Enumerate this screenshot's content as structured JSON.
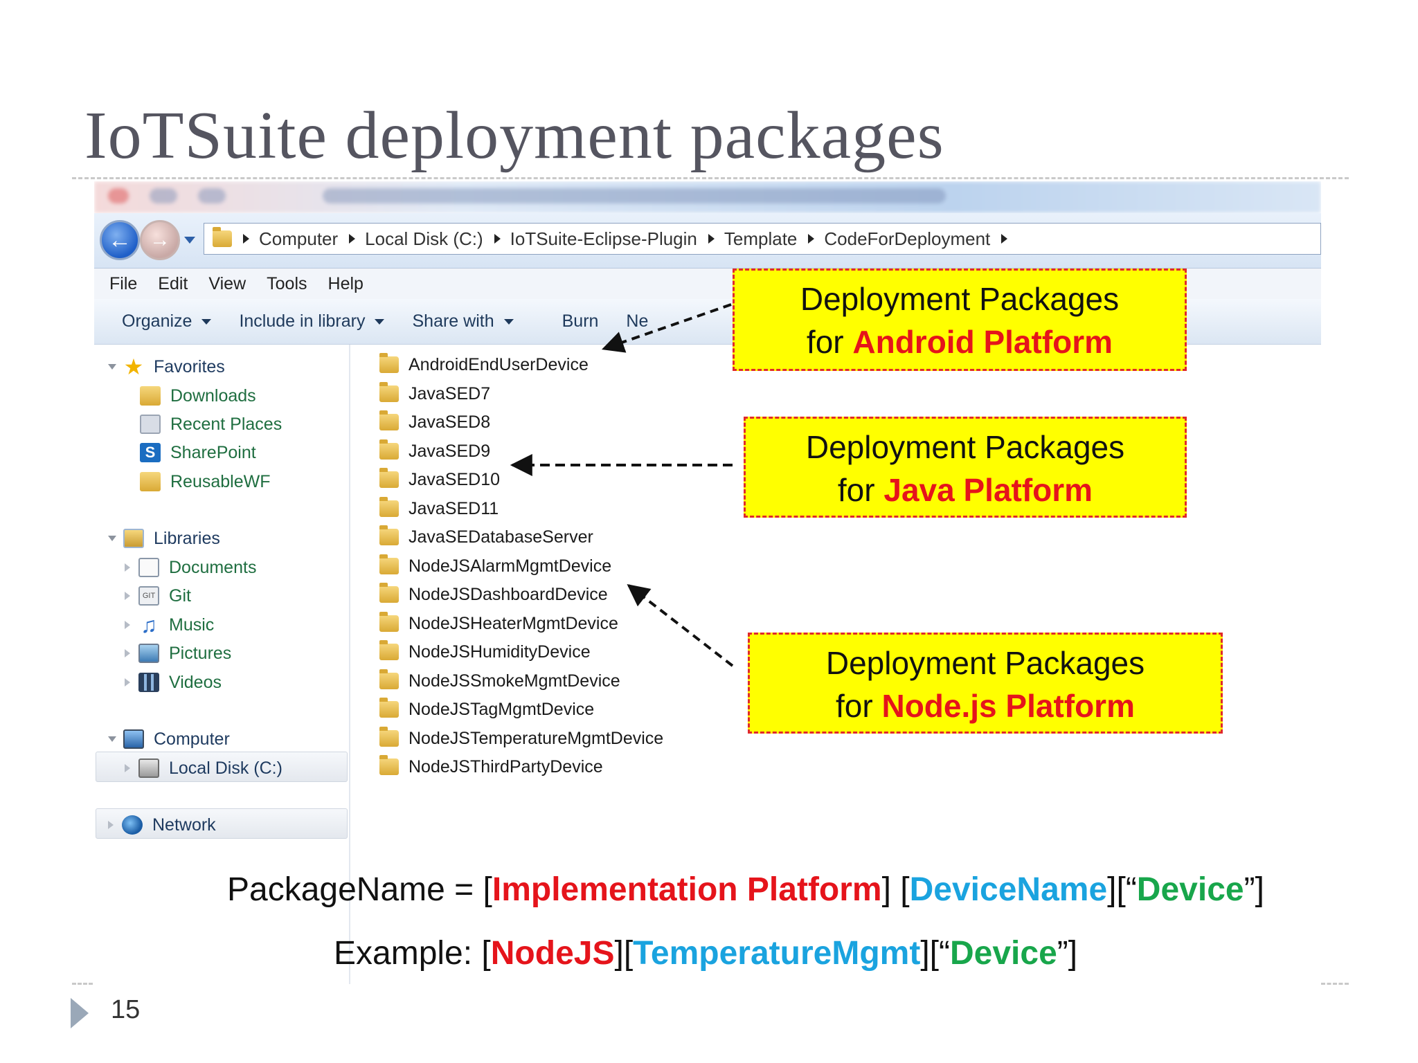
{
  "slide": {
    "title": "IoTSuite deployment packages",
    "page_number": "15"
  },
  "explorer": {
    "breadcrumbs": [
      "Computer",
      "Local Disk (C:)",
      "IoTSuite-Eclipse-Plugin",
      "Template",
      "CodeForDeployment"
    ],
    "menu": [
      "File",
      "Edit",
      "View",
      "Tools",
      "Help"
    ],
    "toolbar": [
      "Organize",
      "Include in library",
      "Share with",
      "Burn",
      "Ne"
    ],
    "nav": {
      "favorites": {
        "label": "Favorites",
        "items": [
          "Downloads",
          "Recent Places",
          "SharePoint",
          "ReusableWF"
        ]
      },
      "libraries": {
        "label": "Libraries",
        "items": [
          "Documents",
          "Git",
          "Music",
          "Pictures",
          "Videos"
        ]
      },
      "computer": {
        "label": "Computer",
        "items": [
          "Local Disk (C:)"
        ]
      },
      "network": {
        "label": "Network"
      }
    },
    "files": [
      "AndroidEndUserDevice",
      "JavaSED7",
      "JavaSED8",
      "JavaSED9",
      "JavaSED10",
      "JavaSED11",
      "JavaSEDatabaseServer",
      "NodeJSAlarmMgmtDevice",
      "NodeJSDashboardDevice",
      "NodeJSHeaterMgmtDevice",
      "NodeJSHumidityDevice",
      "NodeJSSmokeMgmtDevice",
      "NodeJSTagMgmtDevice",
      "NodeJSTemperatureMgmtDevice",
      "NodeJSThirdPartyDevice"
    ]
  },
  "callouts": {
    "android": {
      "line1": "Deployment Packages",
      "prefix": "for ",
      "platform": "Android Platform"
    },
    "java": {
      "line1": "Deployment Packages",
      "prefix": "for ",
      "platform": "Java Platform"
    },
    "node": {
      "line1": "Deployment Packages",
      "prefix": "for ",
      "platform": "Node.js Platform"
    }
  },
  "formula": {
    "lead": "PackageName = [",
    "impl": "Implementation Platform",
    "mid": "] [",
    "device_name": "DeviceName",
    "mid2": "][“",
    "device": "Device",
    "tail": "”]"
  },
  "example": {
    "lead": "Example: [",
    "platform": "NodeJS",
    "mid": "][",
    "device_name": "TemperatureMgmt",
    "mid2": "][“",
    "device": "Device",
    "tail": "”]"
  },
  "colors": {
    "callout_fill": "#ffff00",
    "callout_border": "#e0292b",
    "platform_red": "#e5141b",
    "device_blue": "#1aa3df",
    "device_green": "#18a64b"
  }
}
